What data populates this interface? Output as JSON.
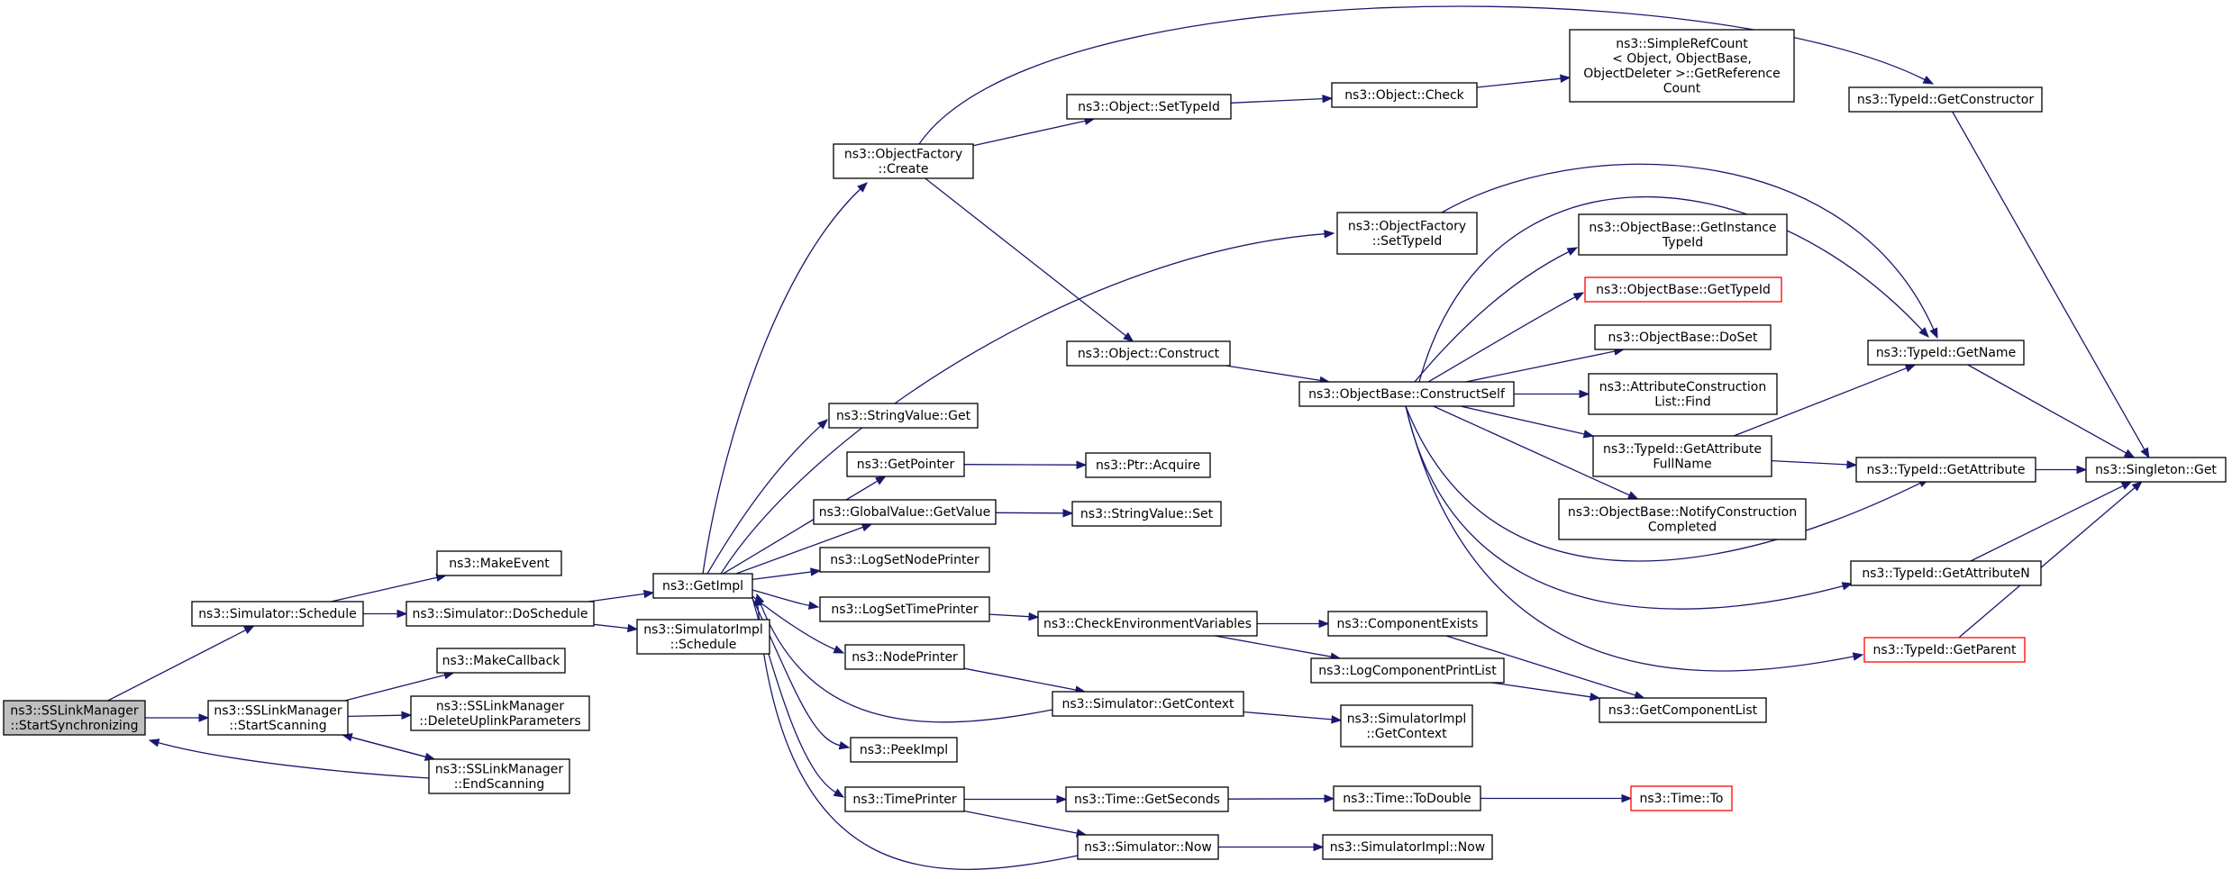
{
  "nodes": [
    {
      "id": "n0",
      "lines": [
        "ns3::SSLinkManager",
        "::StartSynchronizing"
      ],
      "variant": "root"
    },
    {
      "id": "n1",
      "lines": [
        "ns3::Simulator::Schedule"
      ]
    },
    {
      "id": "n2",
      "lines": [
        "ns3::SSLinkManager",
        "::StartScanning"
      ]
    },
    {
      "id": "n3",
      "lines": [
        "ns3::MakeEvent"
      ]
    },
    {
      "id": "n4",
      "lines": [
        "ns3::Simulator::DoSchedule"
      ]
    },
    {
      "id": "n5",
      "lines": [
        "ns3::MakeCallback"
      ]
    },
    {
      "id": "n6",
      "lines": [
        "ns3::SSLinkManager",
        "::DeleteUplinkParameters"
      ]
    },
    {
      "id": "n7",
      "lines": [
        "ns3::SSLinkManager",
        "::EndScanning"
      ]
    },
    {
      "id": "n8",
      "lines": [
        "ns3::GetImpl"
      ]
    },
    {
      "id": "n9",
      "lines": [
        "ns3::SimulatorImpl",
        "::Schedule"
      ]
    },
    {
      "id": "n10",
      "lines": [
        "ns3::ObjectFactory",
        "::Create"
      ]
    },
    {
      "id": "n11",
      "lines": [
        "ns3::StringValue::Get"
      ]
    },
    {
      "id": "n12",
      "lines": [
        "ns3::GetPointer"
      ]
    },
    {
      "id": "n13",
      "lines": [
        "ns3::GlobalValue::GetValue"
      ]
    },
    {
      "id": "n14",
      "lines": [
        "ns3::LogSetNodePrinter"
      ]
    },
    {
      "id": "n15",
      "lines": [
        "ns3::LogSetTimePrinter"
      ]
    },
    {
      "id": "n16",
      "lines": [
        "ns3::NodePrinter"
      ]
    },
    {
      "id": "n17",
      "lines": [
        "ns3::PeekImpl"
      ]
    },
    {
      "id": "n18",
      "lines": [
        "ns3::TimePrinter"
      ]
    },
    {
      "id": "n19",
      "lines": [
        "ns3::Object::SetTypeId"
      ]
    },
    {
      "id": "n20",
      "lines": [
        "ns3::Object::Construct"
      ]
    },
    {
      "id": "n21",
      "lines": [
        "ns3::Ptr::Acquire"
      ]
    },
    {
      "id": "n22",
      "lines": [
        "ns3::StringValue::Set"
      ]
    },
    {
      "id": "n23",
      "lines": [
        "ns3::CheckEnvironmentVariables"
      ]
    },
    {
      "id": "n24",
      "lines": [
        "ns3::Simulator::GetContext"
      ]
    },
    {
      "id": "n25",
      "lines": [
        "ns3::Time::GetSeconds"
      ]
    },
    {
      "id": "n26",
      "lines": [
        "ns3::Simulator::Now"
      ]
    },
    {
      "id": "n27",
      "lines": [
        "ns3::Object::Check"
      ]
    },
    {
      "id": "n28",
      "lines": [
        "ns3::ObjectFactory",
        "::SetTypeId"
      ]
    },
    {
      "id": "n29",
      "lines": [
        "ns3::ObjectBase::ConstructSelf"
      ]
    },
    {
      "id": "n30",
      "lines": [
        "ns3::ComponentExists"
      ]
    },
    {
      "id": "n31",
      "lines": [
        "ns3::LogComponentPrintList"
      ]
    },
    {
      "id": "n32",
      "lines": [
        "ns3::SimulatorImpl",
        "::GetContext"
      ]
    },
    {
      "id": "n33",
      "lines": [
        "ns3::Time::ToDouble"
      ]
    },
    {
      "id": "n34",
      "lines": [
        "ns3::SimulatorImpl::Now"
      ]
    },
    {
      "id": "n35",
      "lines": [
        "ns3::SimpleRefCount",
        "< Object, ObjectBase,",
        "ObjectDeleter >::GetReference",
        "Count"
      ]
    },
    {
      "id": "n36",
      "lines": [
        "ns3::ObjectBase::GetInstance",
        "TypeId"
      ]
    },
    {
      "id": "n37",
      "lines": [
        "ns3::ObjectBase::GetTypeId"
      ],
      "variant": "red"
    },
    {
      "id": "n38",
      "lines": [
        "ns3::ObjectBase::DoSet"
      ]
    },
    {
      "id": "n39",
      "lines": [
        "ns3::AttributeConstruction",
        "List::Find"
      ]
    },
    {
      "id": "n40",
      "lines": [
        "ns3::TypeId::GetAttribute",
        "FullName"
      ]
    },
    {
      "id": "n41",
      "lines": [
        "ns3::ObjectBase::NotifyConstruction",
        "Completed"
      ]
    },
    {
      "id": "n42",
      "lines": [
        "ns3::GetComponentList"
      ]
    },
    {
      "id": "n43",
      "lines": [
        "ns3::Time::To"
      ],
      "variant": "red"
    },
    {
      "id": "n44",
      "lines": [
        "ns3::TypeId::GetConstructor"
      ]
    },
    {
      "id": "n45",
      "lines": [
        "ns3::TypeId::GetName"
      ]
    },
    {
      "id": "n46",
      "lines": [
        "ns3::TypeId::GetAttribute"
      ]
    },
    {
      "id": "n47",
      "lines": [
        "ns3::TypeId::GetAttributeN"
      ]
    },
    {
      "id": "n48",
      "lines": [
        "ns3::TypeId::GetParent"
      ],
      "variant": "red"
    },
    {
      "id": "n49",
      "lines": [
        "ns3::Singleton::Get"
      ]
    }
  ],
  "edges": [
    [
      "n0",
      "n1"
    ],
    [
      "n0",
      "n2"
    ],
    [
      "n1",
      "n3"
    ],
    [
      "n1",
      "n4"
    ],
    [
      "n2",
      "n5"
    ],
    [
      "n2",
      "n6"
    ],
    [
      "n2",
      "n7"
    ],
    [
      "n7",
      "n2"
    ],
    [
      "n7",
      "n0"
    ],
    [
      "n4",
      "n8"
    ],
    [
      "n4",
      "n9"
    ],
    [
      "n8",
      "n10"
    ],
    [
      "n8",
      "n28"
    ],
    [
      "n8",
      "n11"
    ],
    [
      "n8",
      "n12"
    ],
    [
      "n8",
      "n13"
    ],
    [
      "n8",
      "n14"
    ],
    [
      "n8",
      "n15"
    ],
    [
      "n8",
      "n16"
    ],
    [
      "n8",
      "n17"
    ],
    [
      "n8",
      "n18"
    ],
    [
      "n24",
      "n8"
    ],
    [
      "n26",
      "n8"
    ],
    [
      "n10",
      "n19"
    ],
    [
      "n10",
      "n44"
    ],
    [
      "n10",
      "n20"
    ],
    [
      "n19",
      "n27"
    ],
    [
      "n27",
      "n35"
    ],
    [
      "n28",
      "n45"
    ],
    [
      "n20",
      "n29"
    ],
    [
      "n29",
      "n36"
    ],
    [
      "n29",
      "n37"
    ],
    [
      "n29",
      "n38"
    ],
    [
      "n29",
      "n39"
    ],
    [
      "n29",
      "n40"
    ],
    [
      "n29",
      "n41"
    ],
    [
      "n29",
      "n45"
    ],
    [
      "n29",
      "n46"
    ],
    [
      "n29",
      "n47"
    ],
    [
      "n29",
      "n48"
    ],
    [
      "n40",
      "n45"
    ],
    [
      "n40",
      "n46"
    ],
    [
      "n45",
      "n49"
    ],
    [
      "n46",
      "n49"
    ],
    [
      "n47",
      "n49"
    ],
    [
      "n48",
      "n49"
    ],
    [
      "n44",
      "n49"
    ],
    [
      "n12",
      "n21"
    ],
    [
      "n13",
      "n22"
    ],
    [
      "n15",
      "n23"
    ],
    [
      "n16",
      "n24"
    ],
    [
      "n23",
      "n30"
    ],
    [
      "n23",
      "n31"
    ],
    [
      "n30",
      "n42"
    ],
    [
      "n31",
      "n42"
    ],
    [
      "n24",
      "n32"
    ],
    [
      "n18",
      "n25"
    ],
    [
      "n18",
      "n26"
    ],
    [
      "n25",
      "n33"
    ],
    [
      "n33",
      "n43"
    ],
    [
      "n26",
      "n34"
    ]
  ]
}
